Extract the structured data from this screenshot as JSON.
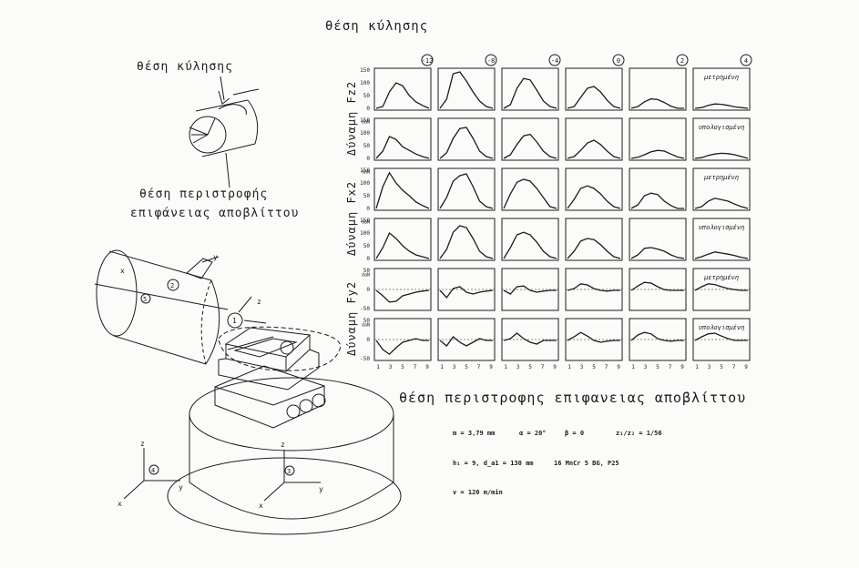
{
  "figure": {
    "top_title": "θέση κύλησης",
    "cut_position_label": "θέση κύλησης",
    "rotation_label_line1": "θέση περιστροφής",
    "rotation_label_line2": "επιφάνειας αποβλίττου",
    "x_axis_title": "θέση περιστροφης επιφανειας αποβλίττου"
  },
  "grid": {
    "columns": [
      "-12",
      "-8",
      "-4",
      "0",
      "2",
      "4"
    ],
    "row_groups": [
      {
        "axis_label": "Δύναμη  Fz2",
        "rows": [
          {
            "label": "μετρημένη",
            "unit": "",
            "ticks": [
              "150",
              "100",
              "50",
              "0"
            ]
          },
          {
            "label": "υπολογισμένη",
            "unit": "daN",
            "ticks": [
              "150",
              "100",
              "50",
              "0"
            ]
          }
        ]
      },
      {
        "axis_label": "Δύναμη  Fx2",
        "rows": [
          {
            "label": "μετρημένη",
            "unit": "daN",
            "ticks": [
              "150",
              "100",
              "50",
              "0"
            ]
          },
          {
            "label": "υπολογισμένη",
            "unit": "daN",
            "ticks": [
              "150",
              "100",
              "50",
              "0"
            ]
          }
        ]
      },
      {
        "axis_label": "Δύναμη  Fy2",
        "rows": [
          {
            "label": "μετρημένη",
            "unit": "daN",
            "ticks": [
              "50",
              "0",
              "-50"
            ]
          },
          {
            "label": "υπολογισμένη",
            "unit": "daN",
            "ticks": [
              "50",
              "0",
              "-50"
            ]
          }
        ]
      }
    ],
    "x_ticks": [
      "1",
      "3",
      "5",
      "7",
      "9"
    ]
  },
  "params": {
    "line1": [
      "m = 3,79 mm",
      "α = 20°",
      "β = 0",
      "z₁/z₂ = 1/56"
    ],
    "line2": [
      "h₁ = 9, d_a1 = 130 mm",
      "16 MnCr 5 BG,  P25"
    ],
    "line3": "v = 120 m/min"
  },
  "machine": {
    "axis_labels": [
      "z",
      "y",
      "x",
      "z",
      "y",
      "x",
      "z",
      "y",
      "x"
    ],
    "position_marks": [
      "4",
      "3",
      "1",
      "5",
      "2"
    ]
  },
  "colors": {
    "ink": "#1c1c1c",
    "paper": "#fbfbfa"
  }
}
